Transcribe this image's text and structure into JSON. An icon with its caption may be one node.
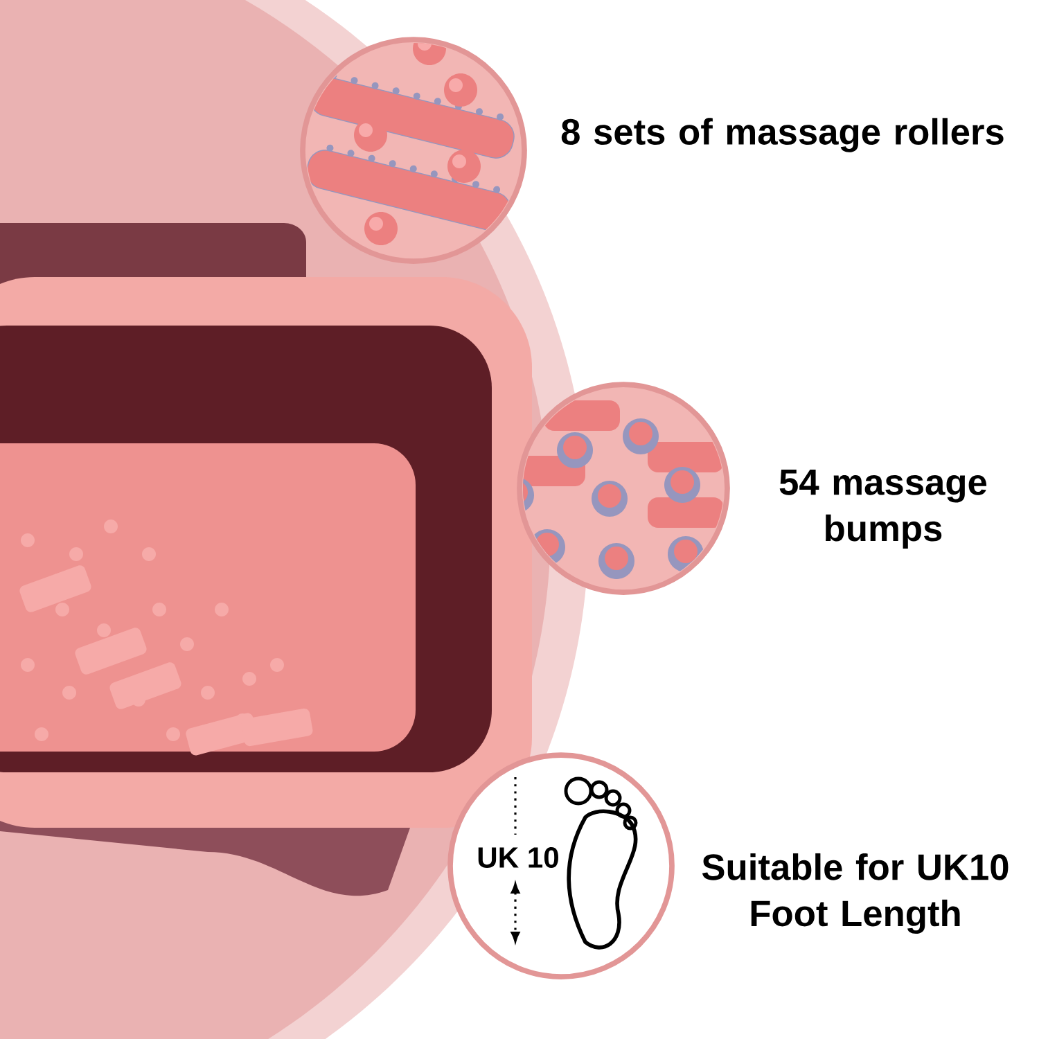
{
  "diagram": {
    "nodes": [
      {
        "text": [],
        "shape": "picture",
        "beside": [
          "8 sets of massage rollers"
        ]
      },
      {
        "text": [],
        "shape": "picture",
        "beside": [
          "54 massage bumps"
        ]
      },
      {
        "text": [
          "UK 10"
        ],
        "beside": [
          "Suitable for UK10 Foot Length"
        ]
      }
    ]
  }
}
